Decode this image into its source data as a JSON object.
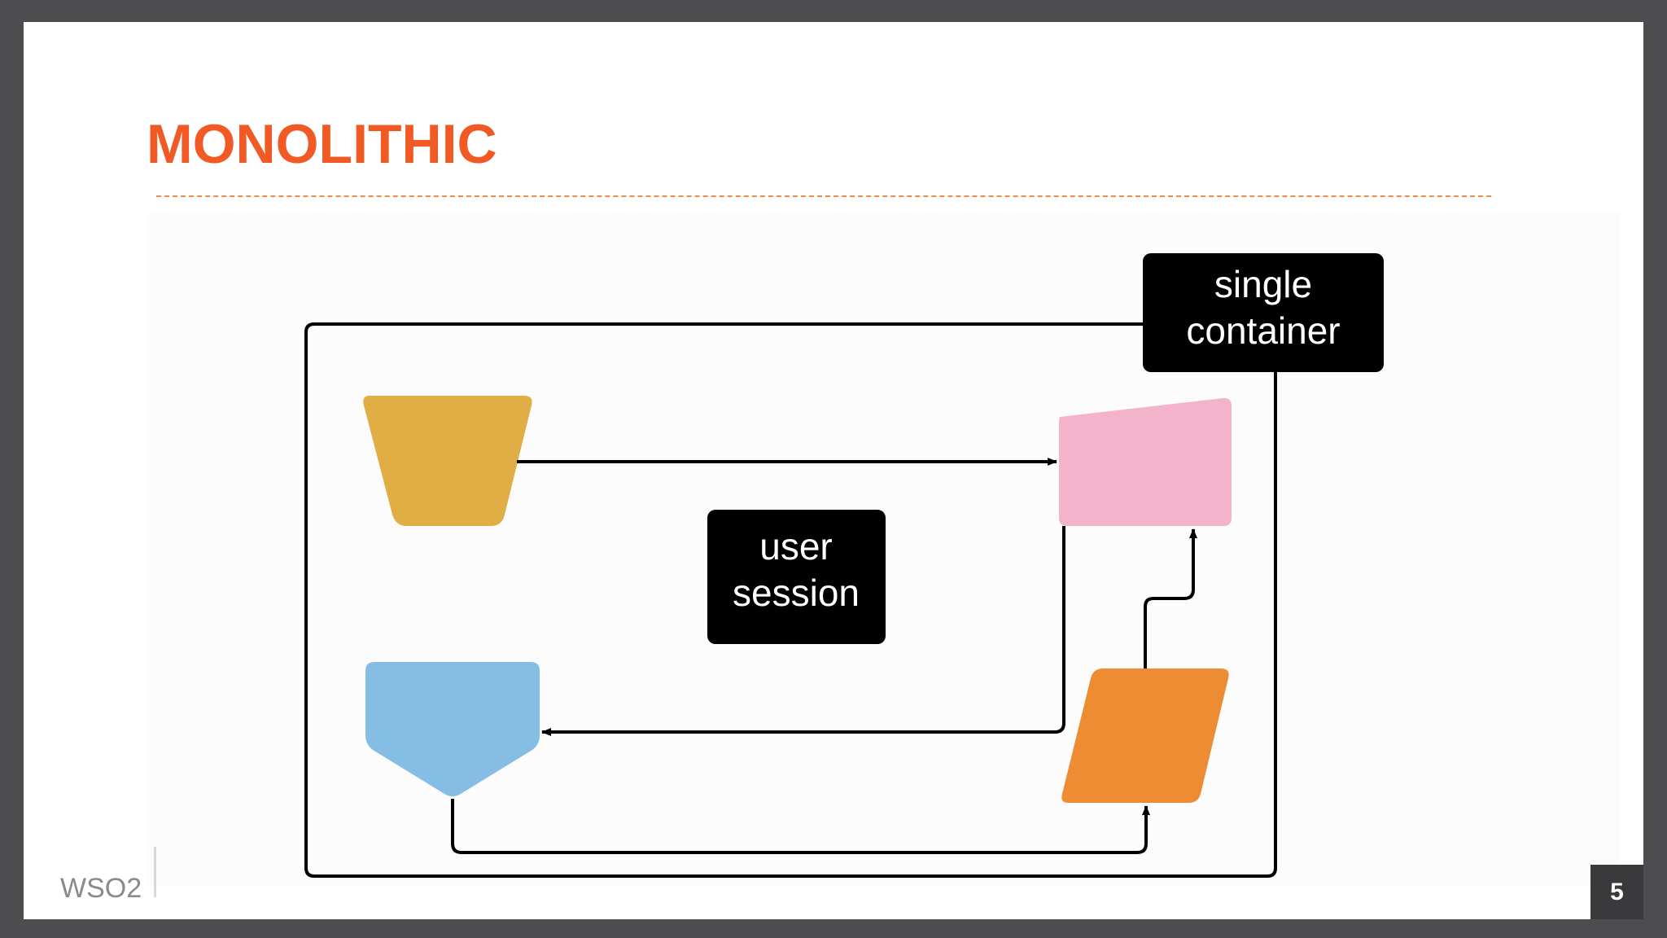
{
  "slide": {
    "title": "MONOLITHIC",
    "page_number": "5",
    "logo_text": "WSO2"
  },
  "diagram": {
    "container_label_line1": "single",
    "container_label_line2": "container",
    "session_label_line1": "user",
    "session_label_line2": "session"
  },
  "colors": {
    "title": "#f15a24",
    "frame": "#4d4d4f",
    "shape_yellow": "#e0ae45",
    "shape_pink": "#f3b4cb",
    "shape_blue": "#85bde5",
    "shape_orange": "#ed8c32",
    "label_box": "#000000"
  }
}
